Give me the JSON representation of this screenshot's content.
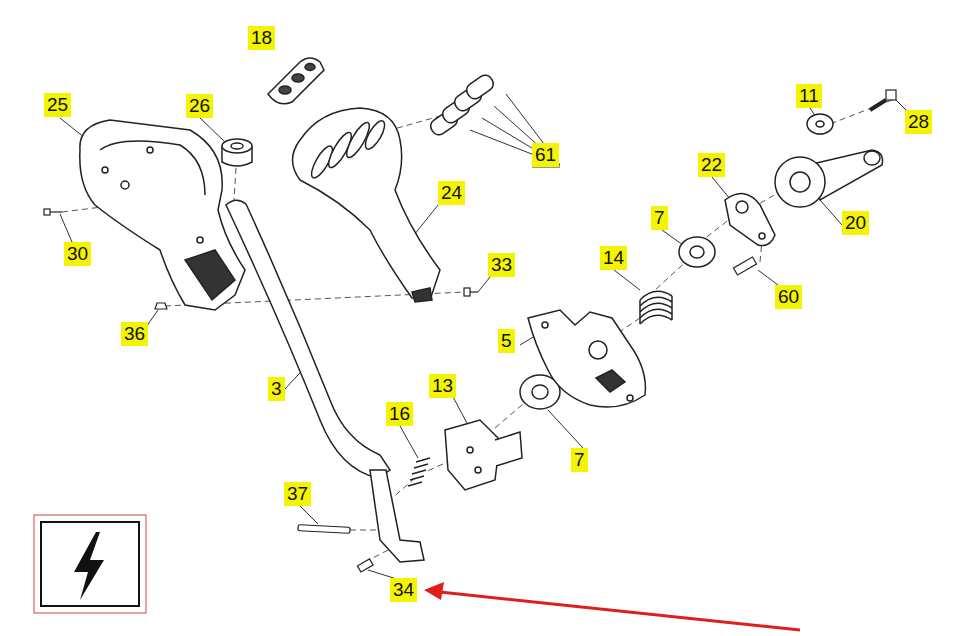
{
  "diagram": {
    "labels": [
      "18",
      "25",
      "26",
      "11",
      "28",
      "22",
      "30",
      "20",
      "61",
      "24",
      "7",
      "14",
      "33",
      "60",
      "36",
      "5",
      "3",
      "13",
      "16",
      "7",
      "37",
      "34"
    ]
  }
}
